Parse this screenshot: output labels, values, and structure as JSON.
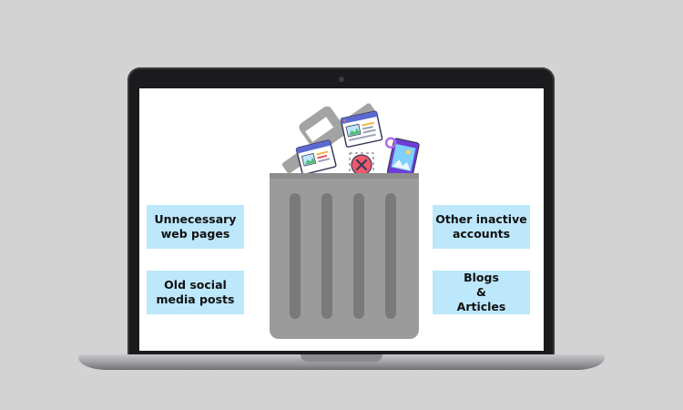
{
  "labels": {
    "unnecessary_web_pages": "Unnecessary\nweb pages",
    "old_social_media_posts": "Old social\nmedia posts",
    "other_inactive_accounts": "Other inactive\naccounts",
    "blogs_articles": "Blogs\n&\nArticles"
  },
  "colors": {
    "background": "#d3d3d3",
    "label_fill": "#bde7fb",
    "trash_body": "#9b9b9b",
    "trash_slot": "#7a7a7a",
    "lid": "#a3a3a3"
  },
  "icons": [
    "laptop-icon",
    "trash-can-icon",
    "webpage-icon",
    "delete-x-icon",
    "phone-post-icon"
  ]
}
